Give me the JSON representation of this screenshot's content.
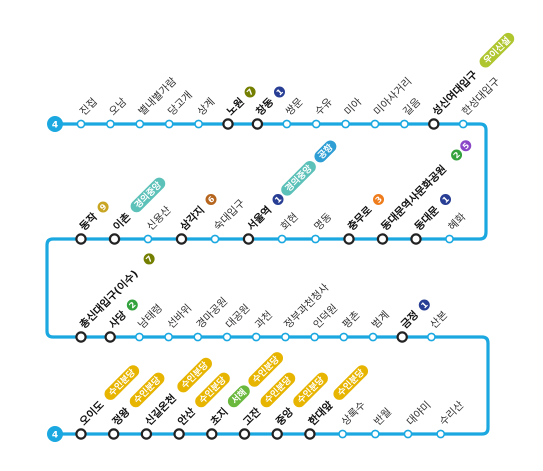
{
  "line_badge": "4",
  "colors": {
    "line": "#1BA8E0",
    "line_1": "#273E94",
    "line_2": "#33A23D",
    "line_3": "#EF7C1C",
    "line_5": "#8A48C8",
    "line_6": "#B5651D",
    "line_7": "#747F00",
    "line_9": "#C9A524",
    "gyeongui": "#5CC1B8",
    "airport": "#2E9ED4",
    "shinbundang": "#C8102E",
    "suin_bundang": "#E7B400",
    "ui_sinseol": "#B0C62F",
    "seohae": "#6BB83E"
  },
  "rows": [
    {
      "stations": [
        {
          "name": "진접",
          "transfer": false,
          "badges": []
        },
        {
          "name": "오남",
          "transfer": false,
          "badges": []
        },
        {
          "name": "별내별가람",
          "transfer": false,
          "badges": []
        },
        {
          "name": "당고개",
          "transfer": false,
          "badges": []
        },
        {
          "name": "상계",
          "transfer": false,
          "badges": []
        },
        {
          "name": "노원",
          "transfer": true,
          "badges": [
            {
              "text": "7",
              "color": "line_7"
            }
          ]
        },
        {
          "name": "창동",
          "transfer": true,
          "badges": [
            {
              "text": "1",
              "color": "line_1"
            }
          ]
        },
        {
          "name": "쌍문",
          "transfer": false,
          "badges": []
        },
        {
          "name": "수유",
          "transfer": false,
          "badges": []
        },
        {
          "name": "미아",
          "transfer": false,
          "badges": []
        },
        {
          "name": "미아사거리",
          "transfer": false,
          "badges": []
        },
        {
          "name": "길음",
          "transfer": false,
          "badges": []
        },
        {
          "name": "성신여대입구",
          "transfer": true,
          "badges": [
            {
              "text": "우이신설",
              "color": "ui_sinseol"
            }
          ]
        },
        {
          "name": "한성대입구",
          "transfer": false,
          "badges": []
        }
      ]
    },
    {
      "stations": [
        {
          "name": "동작",
          "transfer": true,
          "badges": [
            {
              "text": "9",
              "color": "line_9"
            }
          ]
        },
        {
          "name": "이촌",
          "transfer": true,
          "badges": [
            {
              "text": "경의중앙",
              "color": "gyeongui"
            }
          ]
        },
        {
          "name": "신용산",
          "transfer": false,
          "badges": []
        },
        {
          "name": "삼각지",
          "transfer": true,
          "badges": [
            {
              "text": "6",
              "color": "line_6"
            }
          ]
        },
        {
          "name": "숙대입구",
          "transfer": false,
          "badges": []
        },
        {
          "name": "서울역",
          "transfer": true,
          "badges": [
            {
              "text": "1",
              "color": "line_1"
            },
            {
              "text": "경의중앙",
              "color": "gyeongui"
            },
            {
              "text": "공항",
              "color": "airport"
            }
          ]
        },
        {
          "name": "회현",
          "transfer": false,
          "badges": []
        },
        {
          "name": "명동",
          "transfer": false,
          "badges": []
        },
        {
          "name": "충무로",
          "transfer": true,
          "badges": [
            {
              "text": "3",
              "color": "line_3"
            }
          ]
        },
        {
          "name": "동대문역사문화공원",
          "transfer": true,
          "badges": [
            {
              "text": "2",
              "color": "line_2"
            },
            {
              "text": "5",
              "color": "line_5"
            }
          ]
        },
        {
          "name": "동대문",
          "transfer": true,
          "badges": [
            {
              "text": "1",
              "color": "line_1"
            }
          ]
        },
        {
          "name": "혜화",
          "transfer": false,
          "badges": []
        }
      ]
    },
    {
      "stations": [
        {
          "name": "총신대입구(이수)",
          "transfer": true,
          "badges": [
            {
              "text": "7",
              "color": "line_7"
            }
          ]
        },
        {
          "name": "사당",
          "transfer": true,
          "badges": [
            {
              "text": "2",
              "color": "line_2"
            }
          ]
        },
        {
          "name": "남태령",
          "transfer": false,
          "badges": []
        },
        {
          "name": "선바위",
          "transfer": false,
          "badges": []
        },
        {
          "name": "경마공원",
          "transfer": false,
          "badges": []
        },
        {
          "name": "대공원",
          "transfer": false,
          "badges": []
        },
        {
          "name": "과천",
          "transfer": false,
          "badges": []
        },
        {
          "name": "정부과천청사",
          "transfer": false,
          "badges": []
        },
        {
          "name": "인덕원",
          "transfer": false,
          "badges": []
        },
        {
          "name": "평촌",
          "transfer": false,
          "badges": []
        },
        {
          "name": "범계",
          "transfer": false,
          "badges": []
        },
        {
          "name": "금정",
          "transfer": true,
          "badges": [
            {
              "text": "1",
              "color": "line_1"
            }
          ]
        },
        {
          "name": "산본",
          "transfer": false,
          "badges": []
        }
      ]
    },
    {
      "stations": [
        {
          "name": "오이도",
          "transfer": true,
          "badges": [
            {
              "text": "수인분당",
              "color": "suin_bundang"
            }
          ]
        },
        {
          "name": "정왕",
          "transfer": true,
          "badges": [
            {
              "text": "수인분당",
              "color": "suin_bundang"
            }
          ]
        },
        {
          "name": "신길온천",
          "transfer": true,
          "badges": [
            {
              "text": "수인분당",
              "color": "suin_bundang"
            }
          ]
        },
        {
          "name": "안산",
          "transfer": true,
          "badges": [
            {
              "text": "수인분당",
              "color": "suin_bundang"
            }
          ]
        },
        {
          "name": "초지",
          "transfer": true,
          "badges": [
            {
              "text": "서해",
              "color": "seohae"
            },
            {
              "text": "수인분당",
              "color": "suin_bundang"
            }
          ]
        },
        {
          "name": "고잔",
          "transfer": true,
          "badges": [
            {
              "text": "수인분당",
              "color": "suin_bundang"
            }
          ]
        },
        {
          "name": "중앙",
          "transfer": true,
          "badges": [
            {
              "text": "수인분당",
              "color": "suin_bundang"
            }
          ]
        },
        {
          "name": "한대앞",
          "transfer": true,
          "badges": [
            {
              "text": "수인분당",
              "color": "suin_bundang"
            }
          ]
        },
        {
          "name": "상록수",
          "transfer": false,
          "badges": []
        },
        {
          "name": "반월",
          "transfer": false,
          "badges": []
        },
        {
          "name": "대야미",
          "transfer": false,
          "badges": []
        },
        {
          "name": "수리산",
          "transfer": false,
          "badges": []
        }
      ]
    }
  ]
}
